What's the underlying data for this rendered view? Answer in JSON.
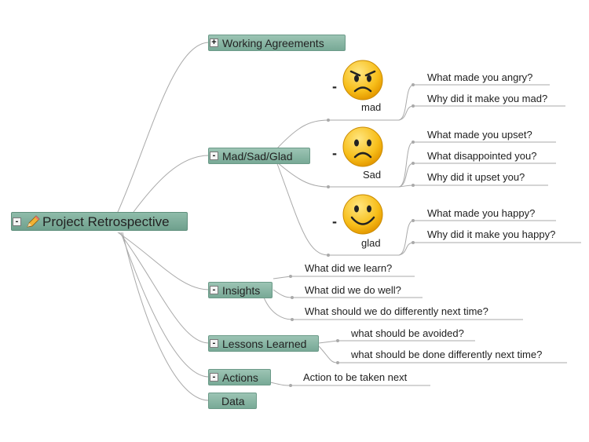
{
  "root": {
    "label": "Project Retrospective",
    "toggle": "-"
  },
  "branches": {
    "working_agreements": {
      "label": "Working Agreements",
      "toggle": "+"
    },
    "mad_sad_glad": {
      "label": "Mad/Sad/Glad",
      "toggle": "-"
    },
    "insights": {
      "label": "Insights",
      "toggle": "-"
    },
    "lessons_learned": {
      "label": "Lessons Learned",
      "toggle": "-"
    },
    "actions": {
      "label": "Actions",
      "toggle": "-"
    },
    "data": {
      "label": "Data"
    }
  },
  "emotions": {
    "mad": {
      "label": "mad",
      "toggle": "-",
      "icon": "angry-face-icon",
      "questions": [
        "What made you angry?",
        "Why did it make you mad?"
      ]
    },
    "sad": {
      "label": "Sad",
      "toggle": "-",
      "icon": "sad-face-icon",
      "questions": [
        "What made you upset?",
        "What disappointed you?",
        "Why did it upset you?"
      ]
    },
    "glad": {
      "label": "glad",
      "toggle": "-",
      "icon": "happy-face-icon",
      "questions": [
        "What made you happy?",
        "Why did it make you happy?"
      ]
    }
  },
  "insights_items": [
    "What did we learn?",
    "What did we do well?",
    "What should we do differently next time?"
  ],
  "lessons_items": [
    "what should be avoided?",
    "what should be done differently next time?"
  ],
  "actions_items": [
    "Action to be taken next"
  ],
  "colors": {
    "node_fill": "#84b3a0",
    "line": "#a9a9a9",
    "face": "#f5b400"
  }
}
